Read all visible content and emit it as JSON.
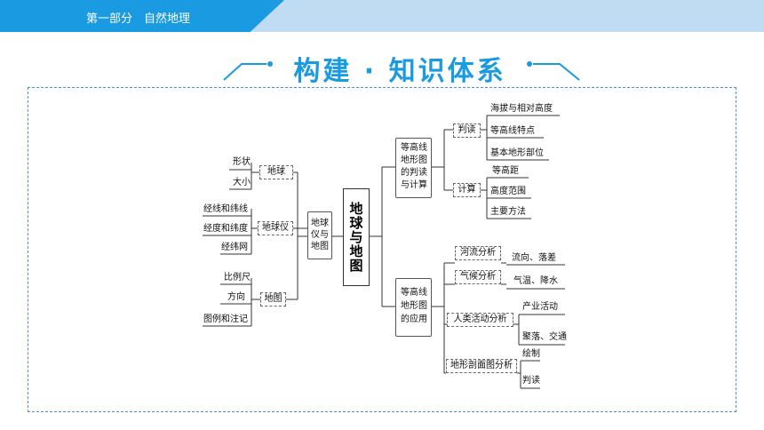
{
  "header": {
    "section": "第一部分　自然地理"
  },
  "banner": {
    "title": "构建 · 知识体系"
  },
  "colors": {
    "accent": "#1a9ae0",
    "band": "#bfdcf3"
  },
  "mindmap": {
    "root": "地球与地图",
    "left": {
      "hub": "地球仪与地图",
      "earth": {
        "label": "地球",
        "items": [
          "形状",
          "大小"
        ]
      },
      "globe": {
        "label": "地球仪",
        "items": [
          "经线和纬线",
          "经度和纬度",
          "经纬网"
        ]
      },
      "map": {
        "label": "地图",
        "items": [
          "比例尺",
          "方向",
          "图例和注记"
        ]
      }
    },
    "right_top": {
      "hub": "等高线地形图的判读与计算",
      "read": {
        "label": "判读",
        "items": [
          "海拔与相对高度",
          "等高线特点",
          "基本地形部位"
        ]
      },
      "calc": {
        "label": "计算",
        "items": [
          "等高距",
          "高度范围",
          "主要方法"
        ]
      }
    },
    "right_bottom": {
      "hub": "等高线地形图的应用",
      "river": {
        "label": "河流分析",
        "items": [
          "流向、落差"
        ]
      },
      "climate": {
        "label": "气候分析",
        "items": [
          "气温、降水"
        ]
      },
      "human": {
        "label": "人类活动分析",
        "items": [
          "产业活动",
          "聚落、交通"
        ]
      },
      "profile": {
        "label": "地形剖面图分析",
        "items": [
          "绘制",
          "判读"
        ]
      }
    }
  }
}
